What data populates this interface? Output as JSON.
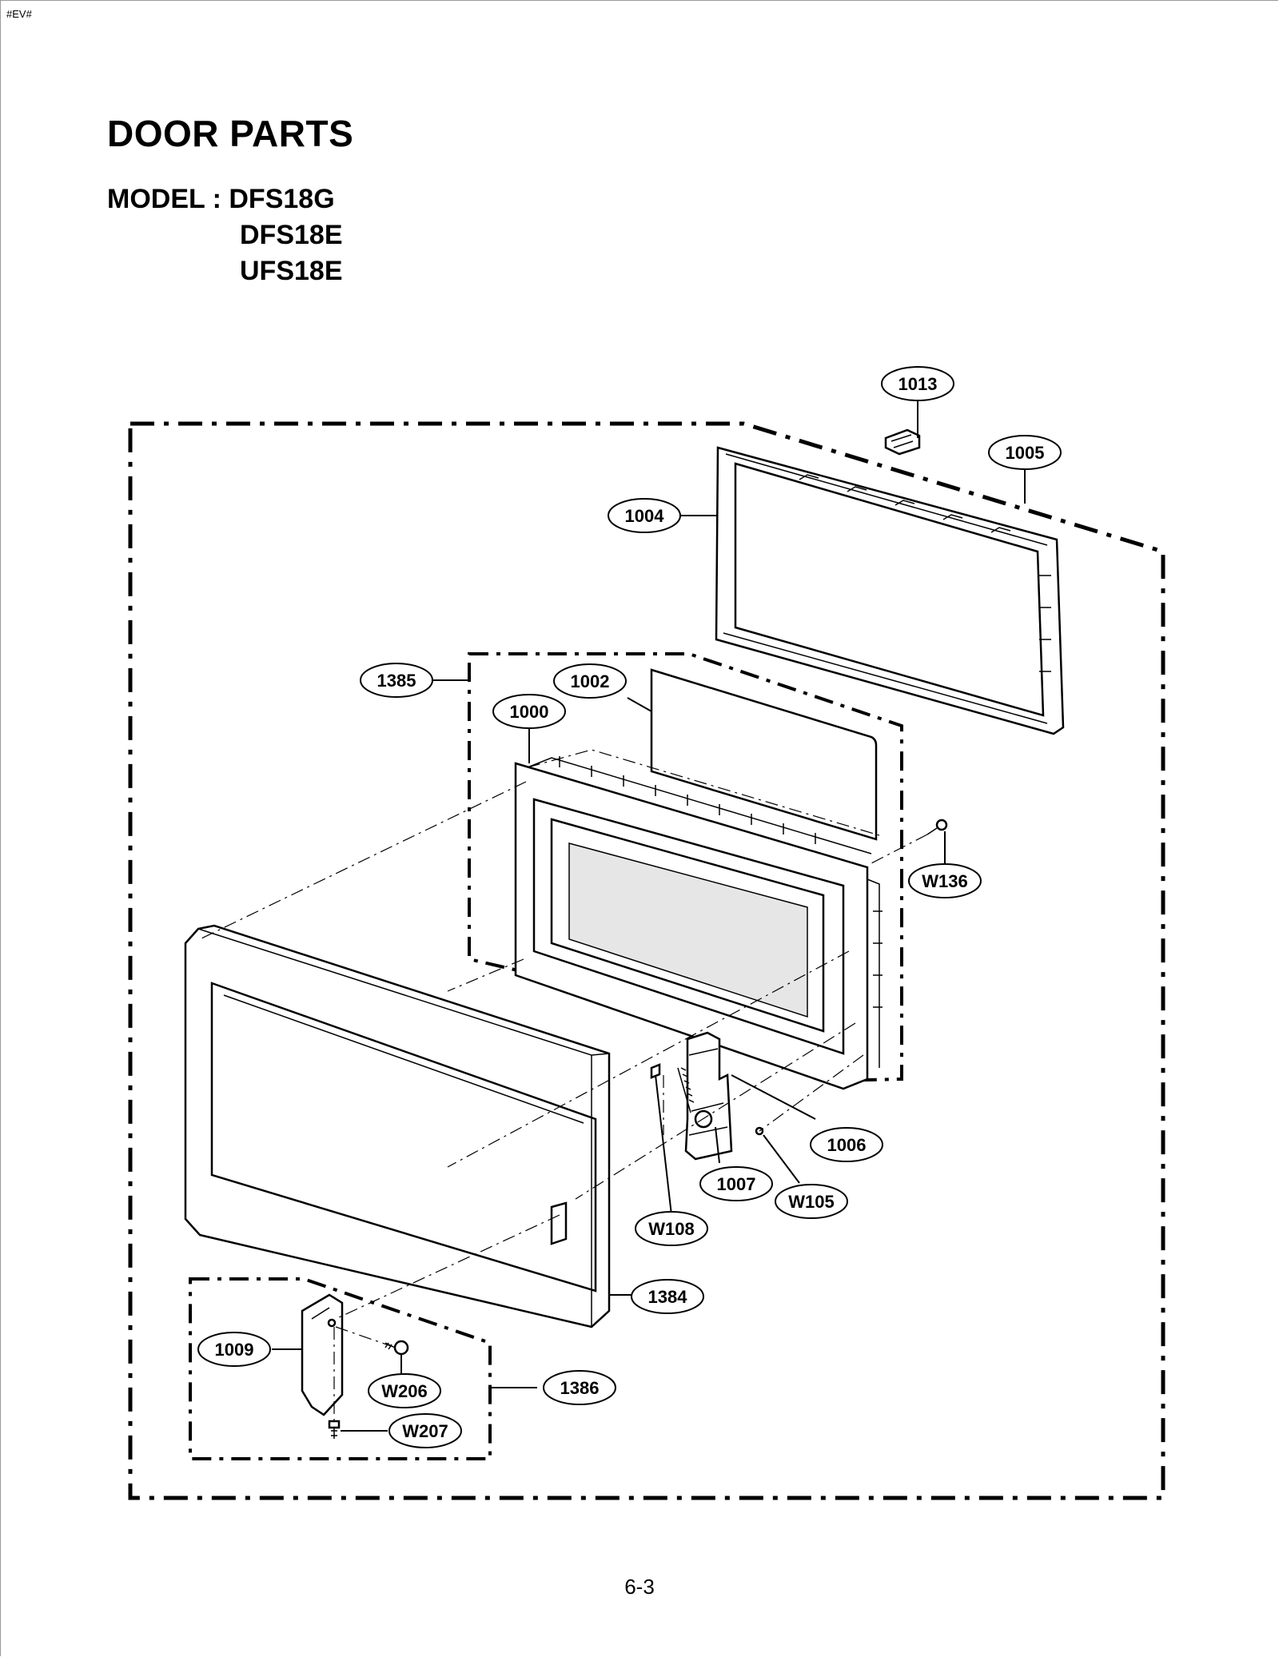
{
  "header": {
    "doc_tag": "#EV#"
  },
  "title": "DOOR PARTS",
  "model": {
    "label": "MODEL : DFS18G",
    "others": [
      "DFS18E",
      "UFS18E"
    ]
  },
  "callouts": {
    "c1013": "1013",
    "c1005": "1005",
    "c1004": "1004",
    "c1385": "1385",
    "c1002": "1002",
    "c1000": "1000",
    "cW136": "W136",
    "c1006": "1006",
    "c1007": "1007",
    "cW105": "W105",
    "cW108": "W108",
    "c1384": "1384",
    "c1009": "1009",
    "cW206": "W206",
    "c1386": "1386",
    "cW207": "W207"
  },
  "footer": {
    "page_number": "6-3"
  }
}
